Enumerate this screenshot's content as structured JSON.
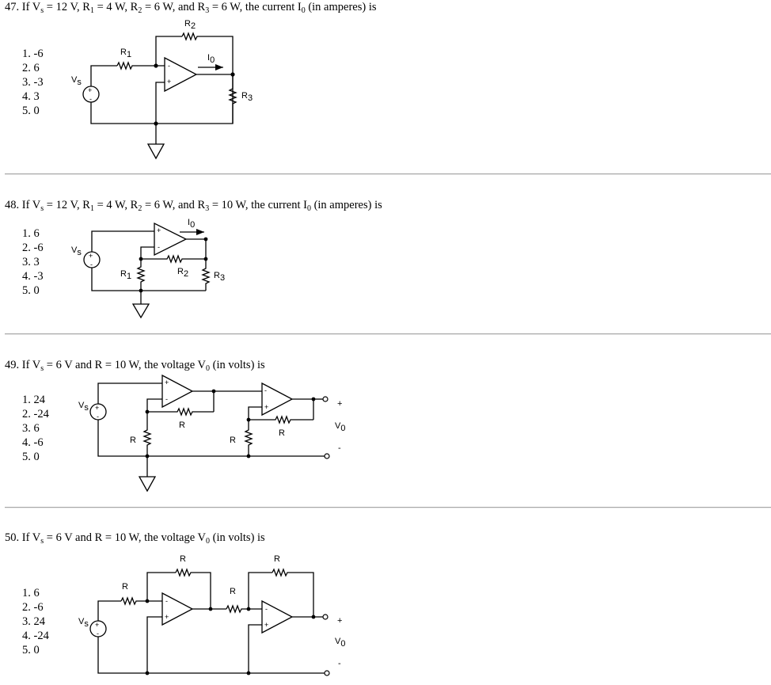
{
  "questions": [
    {
      "number": "47.",
      "t": [
        "If V",
        "s",
        " = 12 V, R",
        "1",
        " = 4 W, R",
        "2",
        " = 6 W, and R",
        "3",
        " = 6 W, the current I",
        "0",
        " (in amperes) is"
      ],
      "choices": [
        "1. -6",
        "2. 6",
        "3. -3",
        "4. 3",
        "5. 0"
      ],
      "labels": {
        "vs": "V",
        "vs_sub": "s",
        "r1": "R",
        "r1_sub": "1",
        "r2": "R",
        "r2_sub": "2",
        "r3": "R",
        "r3_sub": "3",
        "io": "I",
        "io_sub": "0",
        "plus": "+",
        "minus": "-"
      }
    },
    {
      "number": "48.",
      "t": [
        "If V",
        "s",
        " = 12 V, R",
        "1",
        " = 4 W, R",
        "2",
        " = 6 W, and R",
        "3",
        " = 10 W, the current I",
        "0",
        " (in amperes) is"
      ],
      "choices": [
        "1. 6",
        "2. -6",
        "3. 3",
        "4. -3",
        "5. 0"
      ],
      "labels": {
        "vs": "V",
        "vs_sub": "s",
        "r1": "R",
        "r1_sub": "1",
        "r2": "R",
        "r2_sub": "2",
        "r3": "R",
        "r3_sub": "3",
        "io": "I",
        "io_sub": "0",
        "plus": "+",
        "minus": "-"
      }
    },
    {
      "number": "49.",
      "t": [
        "If V",
        "s",
        " = 6 V and R = 10 W, the voltage V",
        "0",
        " (in volts) is"
      ],
      "choices": [
        "1. 24",
        "2. -24",
        "3. 6",
        "4. -6",
        "5. 0"
      ],
      "labels": {
        "vs": "V",
        "vs_sub": "s",
        "r": "R",
        "vo": "V",
        "vo_sub": "0",
        "plus": "+",
        "minus": "-"
      }
    },
    {
      "number": "50.",
      "t": [
        "If V",
        "s",
        " = 6 V and R = 10 W, the voltage V",
        "0",
        " (in volts) is"
      ],
      "choices": [
        "1. 6",
        "2. -6",
        "3. 24",
        "4. -24",
        "5. 0"
      ],
      "labels": {
        "vs": "V",
        "vs_sub": "s",
        "r": "R",
        "vo": "V",
        "vo_sub": "0",
        "plus": "+",
        "minus": "-"
      }
    }
  ]
}
